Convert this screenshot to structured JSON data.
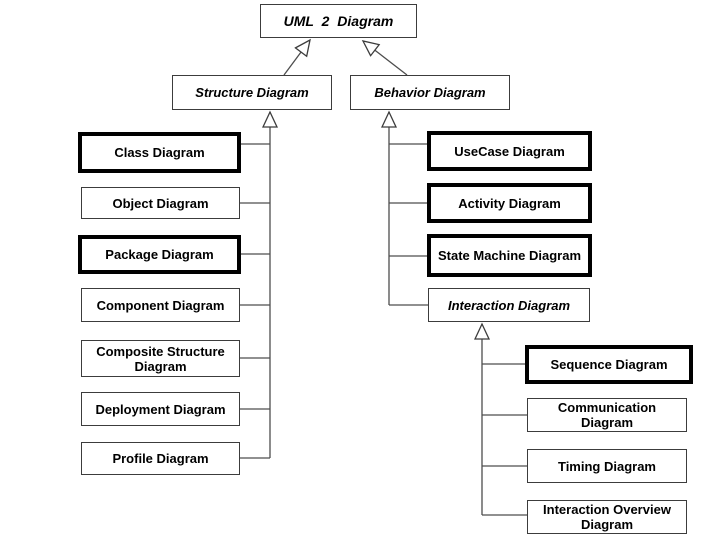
{
  "diagram": {
    "type": "uml-class-hierarchy",
    "legend": "Hollow-triangle arrows denote generalization (child points to parent). Thick frames mark emphasized diagram kinds; italic labels mark abstract categories.",
    "colors": {
      "background": "#ffffff",
      "box_fill": "#ffffff",
      "thin_border": "#3c3c3c",
      "thick_border": "#000000",
      "line": "#4d4d4d",
      "text": "#000000"
    },
    "nodes": {
      "uml2": {
        "label": "UML 2 Diagram",
        "abstract": true,
        "emphasized": false
      },
      "structure": {
        "label": "Structure Diagram",
        "abstract": true,
        "emphasized": false
      },
      "behavior": {
        "label": "Behavior Diagram",
        "abstract": true,
        "emphasized": false
      },
      "class": {
        "label": "Class Diagram",
        "abstract": false,
        "emphasized": true
      },
      "object": {
        "label": "Object Diagram",
        "abstract": false,
        "emphasized": false
      },
      "package": {
        "label": "Package Diagram",
        "abstract": false,
        "emphasized": true
      },
      "component": {
        "label": "Component Diagram",
        "abstract": false,
        "emphasized": false
      },
      "composite": {
        "label": "Composite Structure Diagram",
        "abstract": false,
        "emphasized": false
      },
      "deployment": {
        "label": "Deployment Diagram",
        "abstract": false,
        "emphasized": false
      },
      "profile": {
        "label": "Profile Diagram",
        "abstract": false,
        "emphasized": false
      },
      "usecase": {
        "label": "UseCase Diagram",
        "abstract": false,
        "emphasized": true
      },
      "activity": {
        "label": "Activity Diagram",
        "abstract": false,
        "emphasized": true
      },
      "statemachine": {
        "label": "State Machine Diagram",
        "abstract": false,
        "emphasized": true
      },
      "interaction": {
        "label": "Interaction Diagram",
        "abstract": true,
        "emphasized": false
      },
      "sequence": {
        "label": "Sequence Diagram",
        "abstract": false,
        "emphasized": true
      },
      "communication": {
        "label": "Communication Diagram",
        "abstract": false,
        "emphasized": false
      },
      "timing": {
        "label": "Timing Diagram",
        "abstract": false,
        "emphasized": false
      },
      "interactionoverview": {
        "label": "Interaction Overview Diagram",
        "abstract": false,
        "emphasized": false
      }
    },
    "edges": [
      {
        "from": "structure",
        "to": "uml2",
        "relation": "generalization"
      },
      {
        "from": "behavior",
        "to": "uml2",
        "relation": "generalization"
      },
      {
        "from": "class",
        "to": "structure",
        "relation": "generalization"
      },
      {
        "from": "object",
        "to": "structure",
        "relation": "generalization"
      },
      {
        "from": "package",
        "to": "structure",
        "relation": "generalization"
      },
      {
        "from": "component",
        "to": "structure",
        "relation": "generalization"
      },
      {
        "from": "composite",
        "to": "structure",
        "relation": "generalization"
      },
      {
        "from": "deployment",
        "to": "structure",
        "relation": "generalization"
      },
      {
        "from": "profile",
        "to": "structure",
        "relation": "generalization"
      },
      {
        "from": "usecase",
        "to": "behavior",
        "relation": "generalization"
      },
      {
        "from": "activity",
        "to": "behavior",
        "relation": "generalization"
      },
      {
        "from": "statemachine",
        "to": "behavior",
        "relation": "generalization"
      },
      {
        "from": "interaction",
        "to": "behavior",
        "relation": "generalization"
      },
      {
        "from": "sequence",
        "to": "interaction",
        "relation": "generalization"
      },
      {
        "from": "communication",
        "to": "interaction",
        "relation": "generalization"
      },
      {
        "from": "timing",
        "to": "interaction",
        "relation": "generalization"
      },
      {
        "from": "interactionoverview",
        "to": "interaction",
        "relation": "generalization"
      }
    ]
  }
}
